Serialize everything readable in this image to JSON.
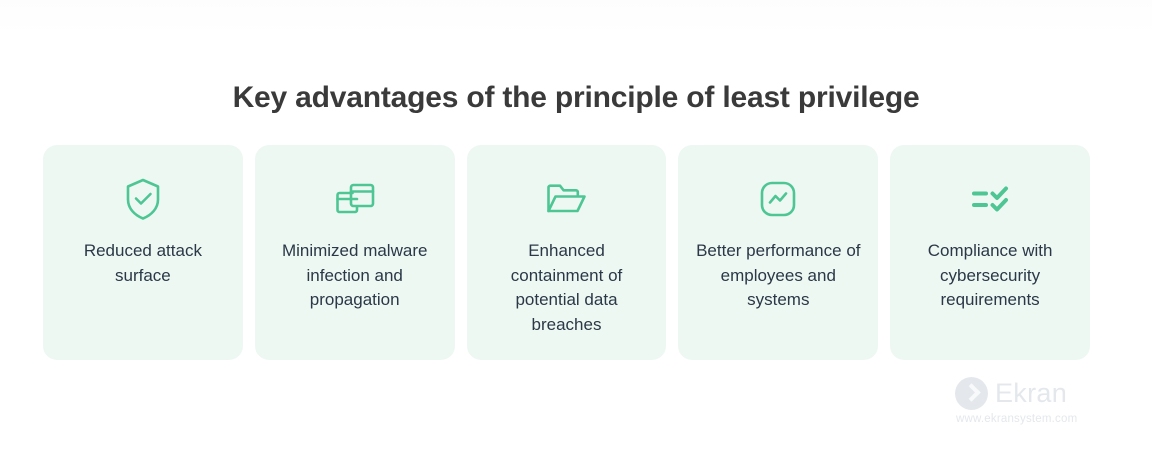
{
  "header": {
    "title": "Key advantages of the principle of least privilege"
  },
  "colors": {
    "accent_green": "#4ec694",
    "card_background": "#eef8f3",
    "text_dark": "#2a3847",
    "title_color": "#3a3a3a",
    "page_background": "#ffffff",
    "watermark": "#e4e8ec"
  },
  "cards": [
    {
      "icon": "shield-check-icon",
      "label": "Reduced attack surface"
    },
    {
      "icon": "windows-overlap-icon",
      "label": "Minimized malware infection and propagation"
    },
    {
      "icon": "open-folder-icon",
      "label": "Enhanced containment of potential data breaches"
    },
    {
      "icon": "performance-chart-icon",
      "label": "Better performance of employees and systems"
    },
    {
      "icon": "checklist-icon",
      "label": "Compliance with cybersecurity requirements"
    }
  ],
  "watermark": {
    "brand": "Ekran",
    "url": "www.ekransystem.com",
    "logo_icon": "ekran-chevron-logo"
  }
}
